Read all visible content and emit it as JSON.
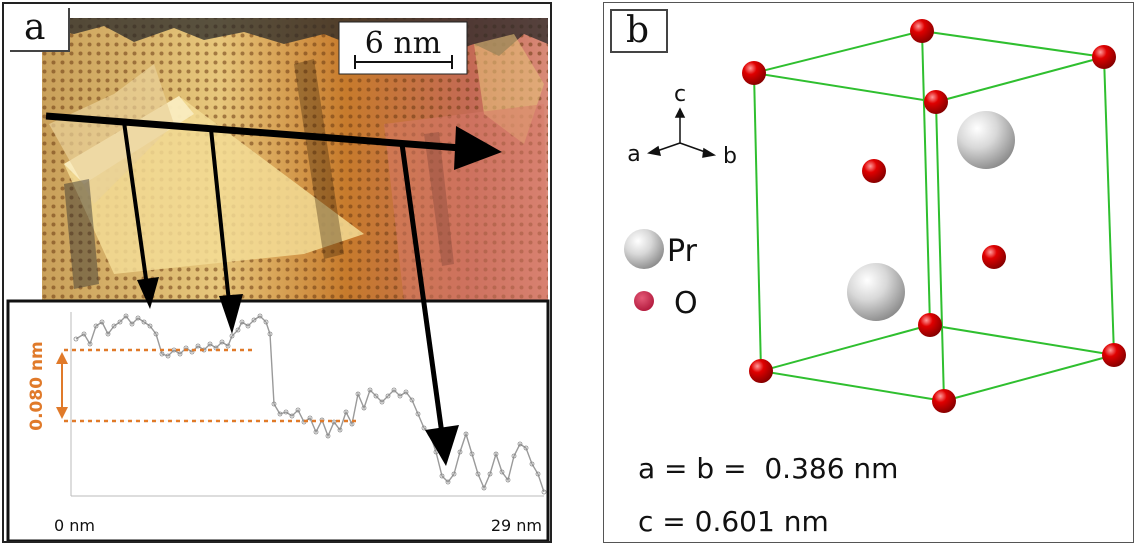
{
  "panel_a": {
    "letter": "a",
    "scalebar_label": "6 nm",
    "height_step_label": "0.080 nm",
    "x_axis_start": "0 nm",
    "x_axis_end": "29 nm",
    "colors": {
      "profile_line": "#9a9a9a",
      "step_marker": "#e07a2a",
      "arrows": "#000000"
    }
  },
  "panel_b": {
    "letter": "b",
    "axis_labels": {
      "a": "a",
      "b": "b",
      "c": "c"
    },
    "legend": [
      {
        "label": "Pr",
        "color": "#d8d8d8"
      },
      {
        "label": "O",
        "color": "#d0254a"
      }
    ],
    "lattice_a_b": "a = b =  0.386 nm",
    "lattice_c": "c = 0.601 nm",
    "colors": {
      "cell_edges": "#2fbf2f",
      "oxygen": "#e00000",
      "praseodymium": "#d8d8d8"
    }
  }
}
